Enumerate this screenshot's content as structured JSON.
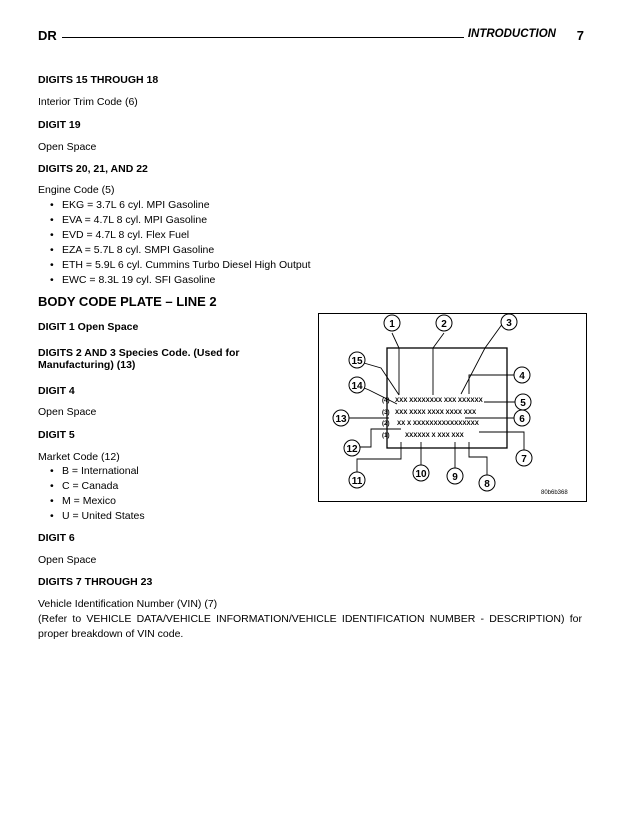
{
  "header": {
    "left": "DR",
    "section": "INTRODUCTION",
    "page": "7"
  },
  "blocks": {
    "d1518_h": "DIGITS 15 THROUGH 18",
    "d1518_t": "Interior Trim Code (6)",
    "d19_h": "DIGIT 19",
    "d19_t": "Open Space",
    "d2022_h": "DIGITS 20, 21, AND 22",
    "d2022_t": "Engine Code (5)",
    "engine_bullets": [
      "EKG = 3.7L 6 cyl. MPI Gasoline",
      "EVA = 4.7L 8 cyl. MPI Gasoline",
      "EVD = 4.7L 8 cyl. Flex Fuel",
      "EZA = 5.7L 8 cyl. SMPI Gasoline",
      "ETH = 5.9L 6 cyl. Cummins Turbo Diesel High Output",
      "EWC = 8.3L 19 cyl. SFI Gasoline"
    ],
    "section_title": "BODY CODE PLATE – LINE 2",
    "d1_h": "DIGIT 1 Open Space",
    "d23_h1": "DIGITS 2 AND 3 Species Code. (Used for",
    "d23_h2": "Manufacturing) (13)",
    "d4_h": "DIGIT 4",
    "d4_t": "Open Space",
    "d5_h": "DIGIT 5",
    "d5_t": "Market Code (12)",
    "market_bullets": [
      "B = International",
      "C = Canada",
      "M = Mexico",
      "U = United States"
    ],
    "d6_h": "DIGIT 6",
    "d6_t": "Open Space",
    "d723_h": "DIGITS 7 THROUGH 23",
    "d723_t": "Vehicle Identification Number (VIN) (7)",
    "d723_para": "(Refer to VEHICLE DATA/VEHICLE INFORMATION/VEHICLE IDENTIFICATION NUMBER - DESCRIPTION) for proper breakdown of VIN code."
  },
  "figure": {
    "callouts": [
      "1",
      "2",
      "3",
      "4",
      "5",
      "6",
      "7",
      "8",
      "9",
      "10",
      "11",
      "12",
      "13",
      "14",
      "15"
    ],
    "rows": {
      "r4_label": "(4)",
      "r4_text": "XXX  XXXXXXXX  XXX  XXXXXX",
      "r3_label": "(3)",
      "r3_text": "XXX  XXXX  XXXX  XXXX  XXX",
      "r2_label": "(2)",
      "r2_text": "XX   X   XXXXXXXXXXXXXXXX",
      "r1_label": "(1)",
      "r1_text": "XXXXXX      X   XXX   XXX"
    },
    "fig_id": "80b6b368"
  }
}
